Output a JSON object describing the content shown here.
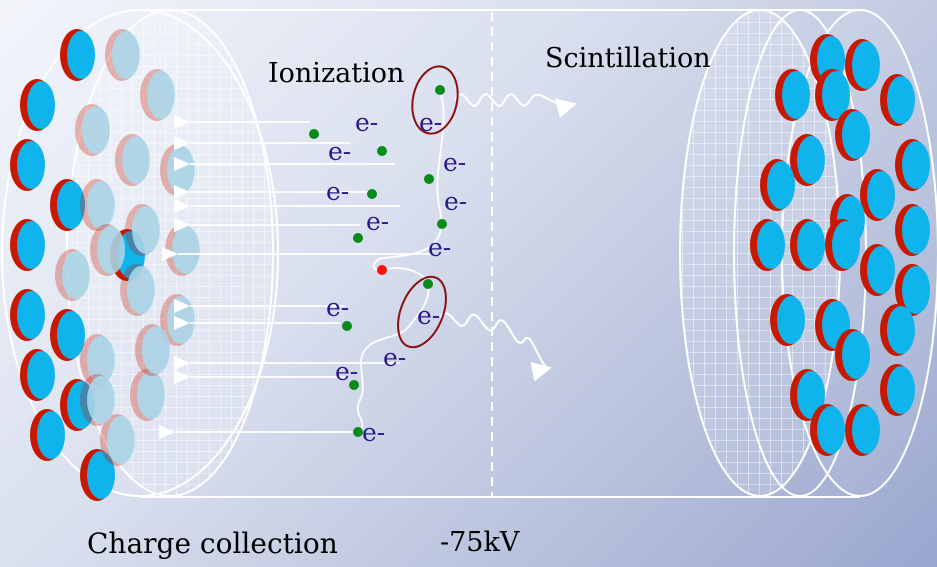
{
  "labels": {
    "ionization": "Ionization",
    "scintillation": "Scintillation",
    "charge_collection": "Charge collection",
    "voltage": "-75kV",
    "electron": "e-"
  },
  "colors": {
    "pmt_blue": "#10b4ec",
    "pmt_light_blue": "#a8dcf0",
    "pmt_ring_red": "#c81800",
    "electron_green": "#0a8a1a",
    "ion_red": "#ff1010",
    "electron_text": "#2a1a8c",
    "ellipse_marker": "#8a1010"
  }
}
